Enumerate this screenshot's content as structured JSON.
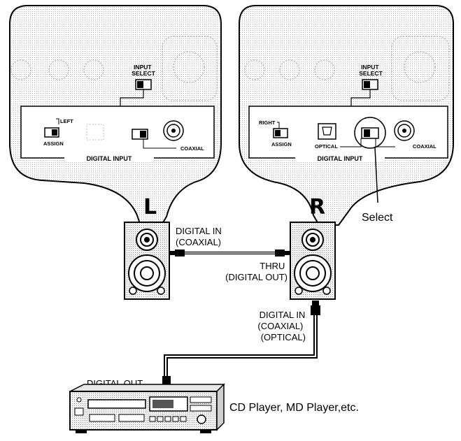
{
  "panels": {
    "left": {
      "input_select": [
        "INPUT",
        "SELECT"
      ],
      "assign_labels": {
        "left": "LEFT",
        "assign": "ASSIGN"
      },
      "coaxial": "COAXIAL",
      "digital_input": "DIGITAL  INPUT",
      "speaker_letter": "L"
    },
    "right": {
      "input_select": [
        "INPUT",
        "SELECT"
      ],
      "assign_labels": {
        "right": "RIGHT",
        "assign": "ASSIGN"
      },
      "optical": "OPTICAL",
      "coaxial": "COAXIAL",
      "digital_input": "DIGITAL  INPUT",
      "speaker_letter": "R"
    }
  },
  "callouts": {
    "select": "Select",
    "digital_in_coaxial": [
      "DIGITAL IN",
      "(COAXIAL)"
    ],
    "thru": [
      "THRU",
      "(DIGITAL OUT)"
    ],
    "digital_in_both": [
      "DIGITAL IN",
      "(COAXIAL)",
      "(OPTICAL)"
    ],
    "digital_out": "DIGITAL OUT",
    "source_device": "CD Player, MD Player,etc."
  }
}
